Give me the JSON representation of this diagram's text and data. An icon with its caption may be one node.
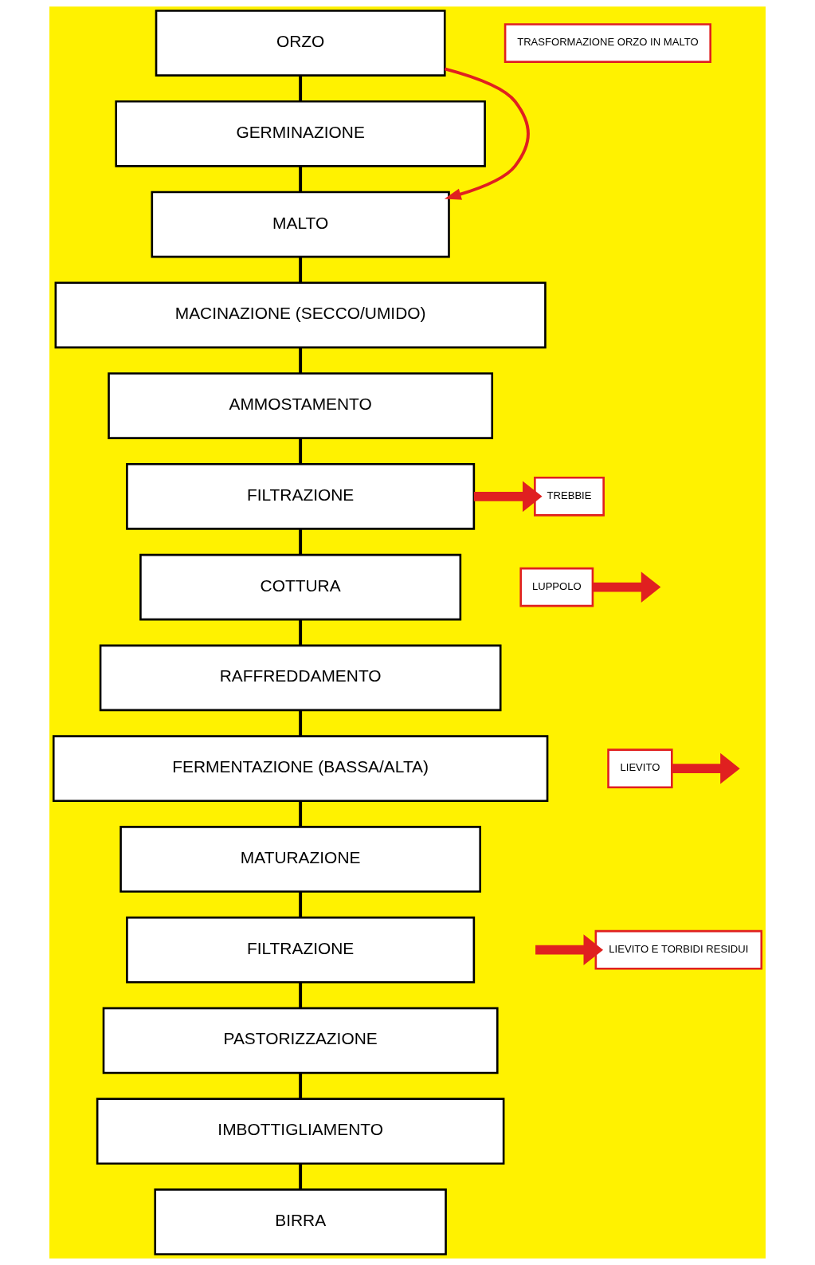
{
  "diagram": {
    "nodes": [
      {
        "text": [
          "ORZO"
        ]
      },
      {
        "text": [
          "GERMINAZIONE"
        ]
      },
      {
        "text": [
          "MALTO"
        ]
      },
      {
        "text": [
          "MACINAZIONE (SECCO/UMIDO)"
        ]
      },
      {
        "text": [
          "AMMOSTAMENTO"
        ]
      },
      {
        "text": [
          "FILTRAZIONE"
        ]
      },
      {
        "text": [
          "COTTURA"
        ]
      },
      {
        "text": [
          "RAFFREDDAMENTO"
        ]
      },
      {
        "text": [
          "FERMENTAZIONE (BASSA/ALTA)"
        ]
      },
      {
        "text": [
          "MATURAZIONE"
        ]
      },
      {
        "text": [
          "FILTRAZIONE"
        ]
      },
      {
        "text": [
          "PASTORIZZAZIONE"
        ]
      },
      {
        "text": [
          "IMBOTTIGLIAMENTO"
        ]
      },
      {
        "text": [
          "BIRRA"
        ]
      },
      {
        "text": [
          "TRASFORMAZIONE ORZO IN MALTO"
        ]
      },
      {
        "text": [
          "TREBBIE"
        ]
      },
      {
        "text": [
          "LUPPOLO"
        ]
      },
      {
        "text": [
          "LIEVITO"
        ]
      },
      {
        "text": [
          "LIEVITO E TORBIDI RESIDUI"
        ]
      }
    ],
    "edges": [
      {
        "from": 0,
        "to": 1,
        "arrow": "none"
      },
      {
        "from": 1,
        "to": 2,
        "arrow": "none"
      },
      {
        "from": 2,
        "to": 3,
        "arrow": "none"
      },
      {
        "from": 3,
        "to": 4,
        "arrow": "none"
      },
      {
        "from": 4,
        "to": 5,
        "arrow": "none"
      },
      {
        "from": 5,
        "to": 6,
        "arrow": "none"
      },
      {
        "from": 6,
        "to": 7,
        "arrow": "none"
      },
      {
        "from": 7,
        "to": 8,
        "arrow": "none"
      },
      {
        "from": 8,
        "to": 9,
        "arrow": "none"
      },
      {
        "from": 9,
        "to": 10,
        "arrow": "none"
      },
      {
        "from": 10,
        "to": 11,
        "arrow": "none"
      },
      {
        "from": 11,
        "to": 12,
        "arrow": "none"
      },
      {
        "from": 12,
        "to": 13,
        "arrow": "none"
      },
      {
        "from": 0,
        "to": 2,
        "arrow": "to",
        "color": "#e02020"
      },
      {
        "from": 5,
        "to": 15,
        "arrow": "to",
        "style": "thick",
        "color": "#e02020"
      },
      {
        "from": 16,
        "to": null,
        "arrow": "to",
        "style": "thick",
        "color": "#e02020"
      },
      {
        "from": 17,
        "to": null,
        "arrow": "to",
        "style": "thick",
        "color": "#e02020"
      },
      {
        "from": null,
        "to": 18,
        "arrow": "to",
        "style": "thick",
        "color": "#e02020"
      }
    ]
  }
}
